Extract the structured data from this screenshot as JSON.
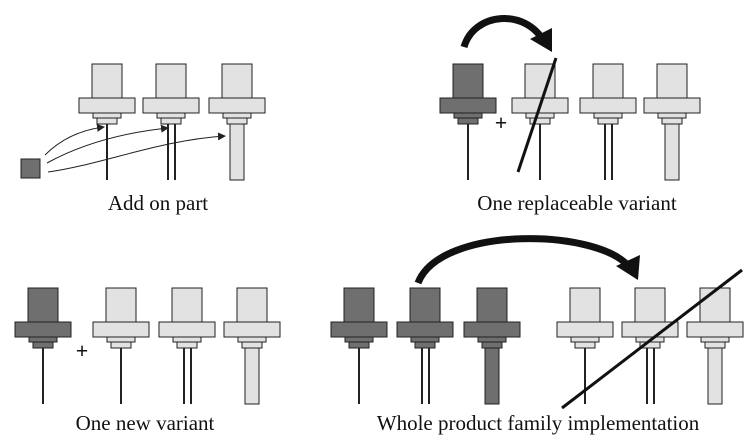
{
  "captions": {
    "add_on_part": "Add on part",
    "one_replaceable_variant": "One replaceable variant",
    "one_new_variant": "One new variant",
    "whole_product_family": "Whole product family implementation"
  },
  "colors": {
    "light_part": "#e2e2e2",
    "dark_part": "#6f6f6f",
    "stroke": "#222222",
    "background": "#ffffff"
  },
  "icons": {
    "plus": "plus-icon",
    "curved_arrow": "curved-arrow-icon",
    "strike": "strike-line"
  }
}
